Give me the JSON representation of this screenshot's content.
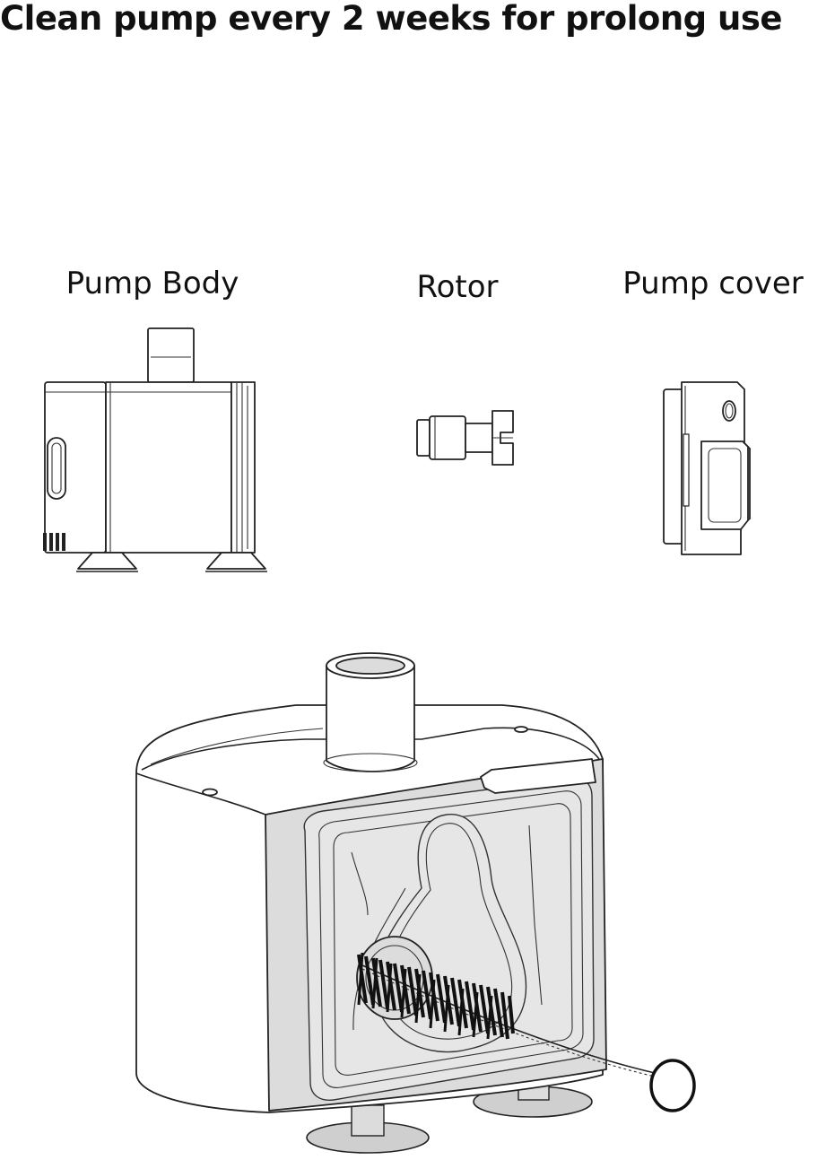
{
  "heading": "Clean pump every 2 weeks for prolong use",
  "parts": {
    "pump_body": "Pump Body",
    "rotor": "Rotor",
    "pump_cover": "Pump cover"
  },
  "colors": {
    "line": "#222222",
    "panel_gray": "#dcdcdc",
    "background": "#ffffff"
  }
}
